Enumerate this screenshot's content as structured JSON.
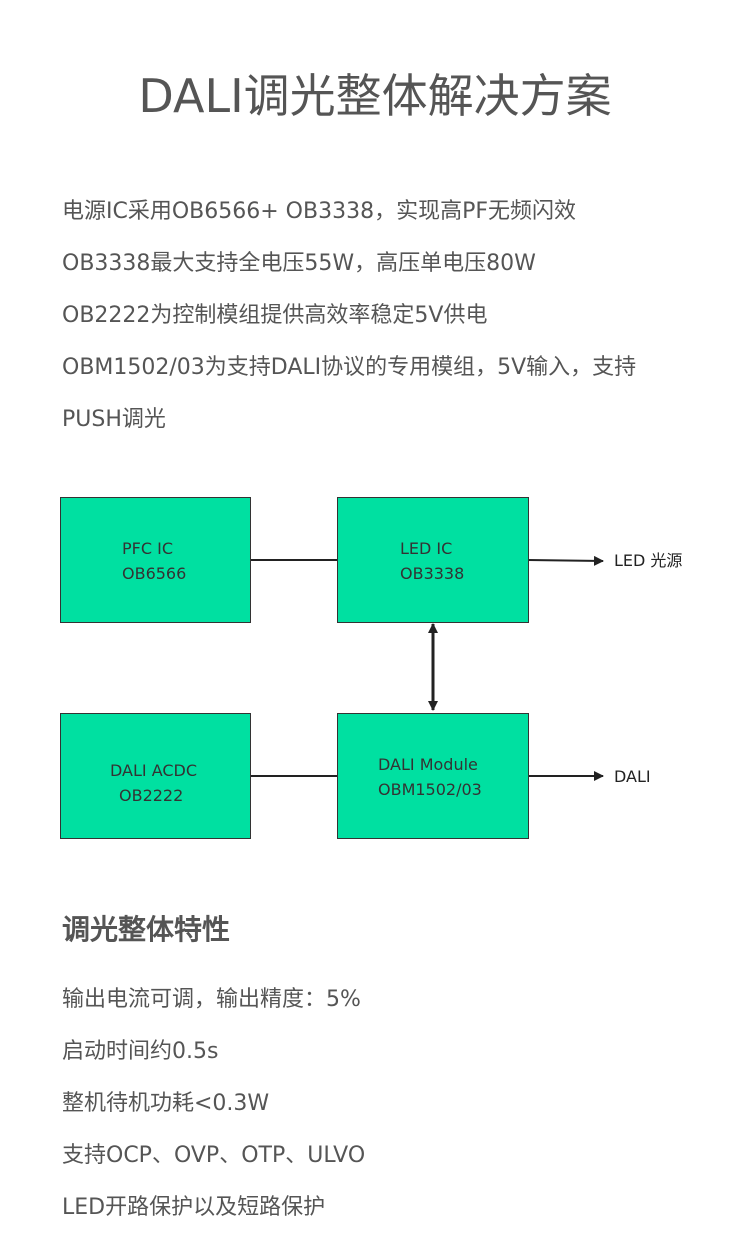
{
  "title": "DALI调光整体解决方案",
  "intro": [
    "电源IC采用OB6566+ OB3338，实现高PF无频闪效",
    "OB3338最大支持全电压55W，高压单电压80W",
    "OB2222为控制模组提供高效率稳定5V供电",
    "OBM1502/03为支持DALI协议的专用模组，5V输入，支持",
    "PUSH调光"
  ],
  "diagram": {
    "blocks": {
      "pfc": {
        "line1": "PFC IC",
        "line2": "OB6566"
      },
      "led": {
        "line1": "LED IC",
        "line2": "OB3338"
      },
      "acdc": {
        "line1": "DALI ACDC",
        "line2": "OB2222"
      },
      "module": {
        "line1": "DALI Module",
        "line2": "OBM1502/03"
      }
    },
    "outputs": {
      "led_light": "LED 光源",
      "dali": "DALI"
    },
    "colors": {
      "block_fill": "#00e0a1",
      "line": "#222222"
    }
  },
  "features": {
    "heading": "调光整体特性",
    "items": [
      "输出电流可调，输出精度：5%",
      "启动时间约0.5s",
      "整机待机功耗<0.3W",
      "支持OCP、OVP、OTP、ULVO",
      "LED开路保护以及短路保护"
    ]
  }
}
